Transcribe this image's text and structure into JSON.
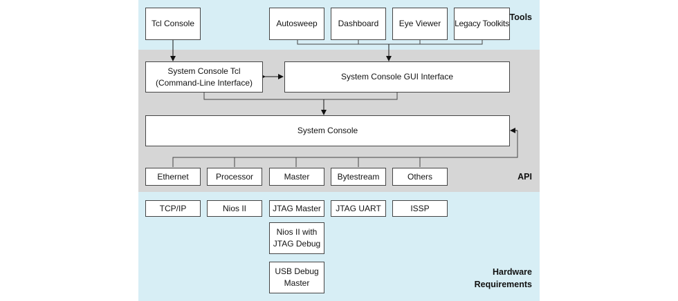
{
  "tools": {
    "label": "Tools",
    "tcl_console": "Tcl Console",
    "autosweep": "Autosweep",
    "dashboard": "Dashboard",
    "eye_viewer": "Eye Viewer",
    "legacy_toolkits": "Legacy Toolkits"
  },
  "api": {
    "label": "API",
    "system_console_tcl": "System Console Tcl\n(Command-Line Interface)",
    "system_console_gui": "System Console GUI Interface",
    "system_console": "System Console",
    "ethernet": "Ethernet",
    "processor": "Processor",
    "master": "Master",
    "bytestream": "Bytestream",
    "others": "Others"
  },
  "hardware": {
    "label": "Hardware\nRequirements",
    "tcp_ip": "TCP/IP",
    "nios_ii": "Nios II",
    "jtag_master": "JTAG Master",
    "nios_ii_jtag_debug": "Nios II with\nJTAG Debug",
    "usb_debug_master": "USB Debug\nMaster",
    "jtag_uart": "JTAG UART",
    "issp": "ISSP"
  }
}
